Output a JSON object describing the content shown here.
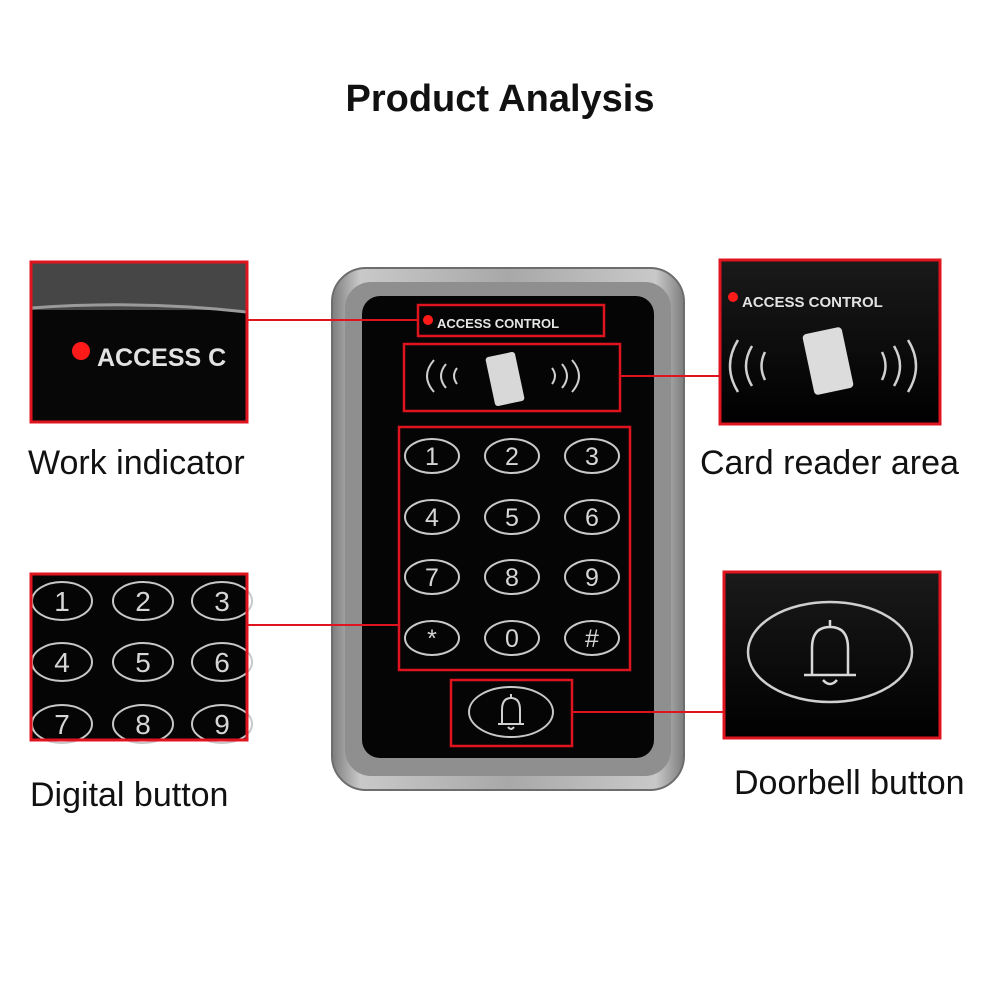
{
  "title": "Product Analysis",
  "device": {
    "panel_label": "ACCESS CONTROL",
    "keys": [
      "1",
      "2",
      "3",
      "4",
      "5",
      "6",
      "7",
      "8",
      "9",
      "*",
      "0",
      "#"
    ]
  },
  "callouts": {
    "work_indicator": {
      "caption": "Work indicator",
      "inset_text": "ACCESS C"
    },
    "card_reader": {
      "caption": "Card reader area",
      "inset_text": "ACCESS CONTROL"
    },
    "digital_button": {
      "caption": "Digital button",
      "inset_keys": [
        "1",
        "2",
        "3",
        "4",
        "5",
        "6",
        "7",
        "8",
        "9"
      ]
    },
    "doorbell_button": {
      "caption": "Doorbell button"
    }
  },
  "colors": {
    "highlight": "#e0141e",
    "indicator": "#ff1a1a",
    "panel": "#050505",
    "frame": "#9a9a9a",
    "key_outline": "#c8c8c8"
  }
}
